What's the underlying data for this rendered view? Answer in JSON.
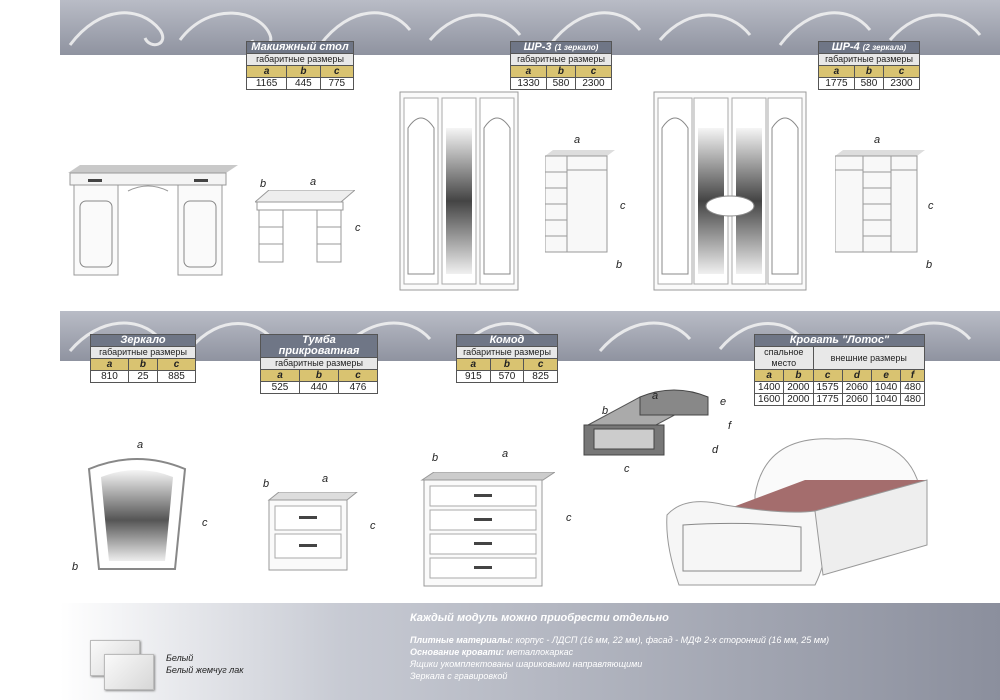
{
  "products": {
    "vanity": {
      "name": "Макияжный стол",
      "sub": "габаритные размеры",
      "abc": [
        "a",
        "b",
        "c"
      ],
      "values": [
        "1165",
        "445",
        "775"
      ]
    },
    "wr3": {
      "name": "ШР-3",
      "note": "(1 зеркало)",
      "sub": "габаритные размеры",
      "abc": [
        "a",
        "b",
        "c"
      ],
      "values": [
        "1330",
        "580",
        "2300"
      ]
    },
    "wr4": {
      "name": "ШР-4",
      "note": "(2 зеркала)",
      "sub": "габаритные размеры",
      "abc": [
        "a",
        "b",
        "c"
      ],
      "values": [
        "1775",
        "580",
        "2300"
      ]
    },
    "mirror": {
      "name": "Зеркало",
      "sub": "габаритные размеры",
      "abc": [
        "a",
        "b",
        "c"
      ],
      "values": [
        "810",
        "25",
        "885"
      ]
    },
    "nightstand": {
      "name": "Тумба прикроватная",
      "sub": "габаритные размеры",
      "abc": [
        "a",
        "b",
        "c"
      ],
      "values": [
        "525",
        "440",
        "476"
      ]
    },
    "chest": {
      "name": "Комод",
      "sub": "габаритные размеры",
      "abc": [
        "a",
        "b",
        "c"
      ],
      "values": [
        "915",
        "570",
        "825"
      ]
    },
    "bed": {
      "name": "Кровать \"Лотос\"",
      "sub_sleep": "спальное место",
      "sub_outer": "внешние размеры",
      "abc": [
        "a",
        "b",
        "c",
        "d",
        "e",
        "f"
      ],
      "rows": [
        [
          "1400",
          "2000",
          "1575",
          "2060",
          "1040",
          "480"
        ],
        [
          "1600",
          "2000",
          "1775",
          "2060",
          "1040",
          "480"
        ]
      ]
    }
  },
  "dims": {
    "a": "a",
    "b": "b",
    "c": "c",
    "d": "d",
    "e": "e",
    "f": "f"
  },
  "footer": {
    "title": "Каждый модуль можно приобрести отдельно",
    "line1_label": "Плитные материалы:",
    "line1_text": " корпус - ЛДСП (16 мм, 22 мм), фасад - МДФ 2-х сторонний (16 мм, 25 мм)",
    "line2_label": "Основание кровати:",
    "line2_text": " металлокаркас",
    "line3": "Ящики укомплектованы шариковыми направляющими",
    "line4": "Зеркала с гравировкой"
  },
  "colors": {
    "c1": "Белый",
    "c2": "Белый жемчуг лак"
  }
}
